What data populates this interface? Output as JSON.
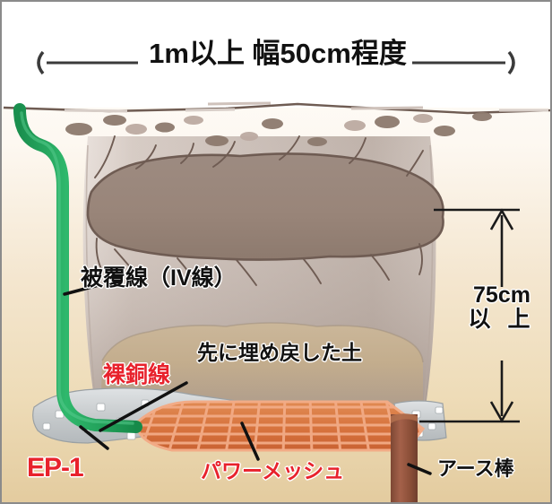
{
  "figure": {
    "title_dimension_top": "1m以上 幅50cm程度",
    "arrow_left": "⟨",
    "arrow_right": "⟩"
  },
  "dimensions": {
    "horizontal": {
      "text": "1m以上 幅50cm程度",
      "style": "double-headed-horizontal-arrow"
    },
    "vertical": {
      "line1": "75cm",
      "line2": "以 上",
      "style": "double-headed-vertical-arrow"
    }
  },
  "labels": [
    {
      "id": "insulated-wire",
      "text": "被覆線（IV線）",
      "color": "#111111"
    },
    {
      "id": "backfilled-soil",
      "text": "先に埋め戻した土",
      "color": "#111111"
    },
    {
      "id": "bare-copper-wire",
      "text": "裸銅線",
      "color": "#e8222c"
    },
    {
      "id": "power-mesh",
      "text": "パワーメッシュ",
      "color": "#e8222c"
    },
    {
      "id": "ground-rod",
      "text": "アース棒",
      "color": "#111111"
    },
    {
      "id": "product-code",
      "text": "EP-1",
      "color": "#e8222c"
    }
  ],
  "colors": {
    "accent_red": "#e8222c",
    "wire_green": "#22a95f",
    "wire_green_dark": "#0f8b46",
    "soil_mound": "#9a887e",
    "soil_mound_edge": "#6f5c53",
    "excavation_wall": "#cfc3bc",
    "backfill_tan": "#c8b08a",
    "mesh_copper": "#d9703c",
    "mesh_grid": "#f0a380",
    "gravel_gray": "#c9ccce",
    "ground_rod": "#9a5a43",
    "background_top": "#ffffff",
    "background_bottom": "#e6cfa3",
    "border": "#8b8b8b",
    "ink": "#111111"
  },
  "scene": {
    "ground_surface": "wavy horizontal ground line",
    "excavation": "vertical trench below ground line",
    "elements": [
      "insulated green IV wire descending on the left into the trench",
      "dark brown mounded excavated soil near the surface",
      "lighter tan previously-backfilled soil layer",
      "orange copper power mesh grid laid flat at the trench bottom",
      "grey gravel / EP-1 conductive backfill around the mesh",
      "vertical rust-brown ground rod at the right of the mesh"
    ]
  }
}
